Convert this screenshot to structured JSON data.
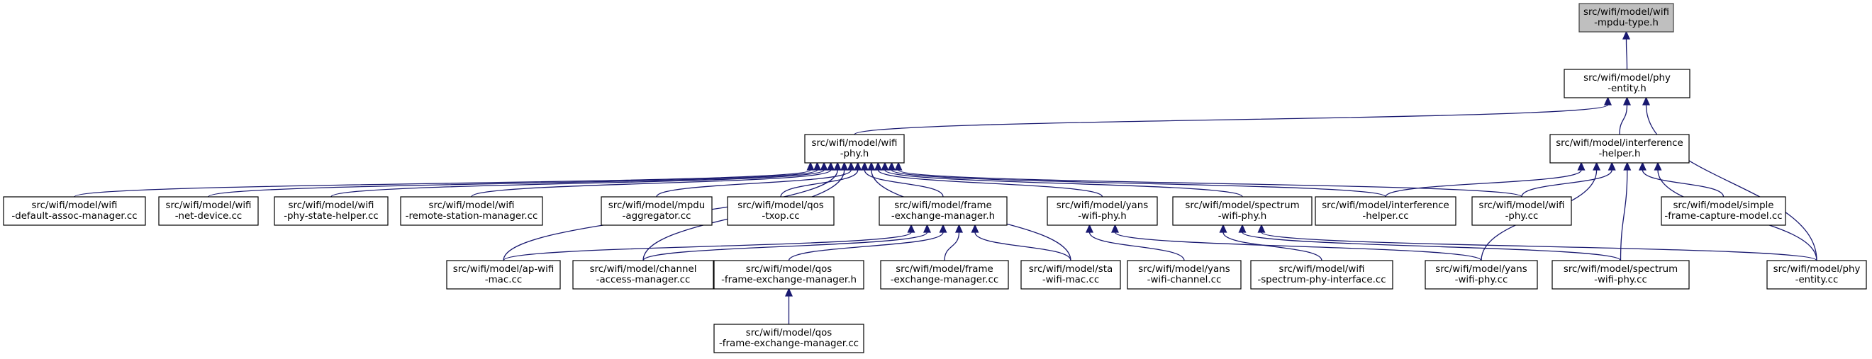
{
  "graph": {
    "kind": "include-dependency-graph",
    "colors": {
      "edge": "#191970",
      "root_fill": "#bfbfbf",
      "node_fill": "#ffffff",
      "node_stroke": "#000000"
    },
    "nodes": [
      {
        "id": "mpdu_type_h",
        "lines": [
          "src/wifi/model/wifi",
          "-mpdu-type.h"
        ],
        "root": true
      },
      {
        "id": "phy_entity_h",
        "lines": [
          "src/wifi/model/phy",
          "-entity.h"
        ]
      },
      {
        "id": "wifi_phy_h",
        "lines": [
          "src/wifi/model/wifi",
          "-phy.h"
        ]
      },
      {
        "id": "interference_helper_h",
        "lines": [
          "src/wifi/model/interference",
          "-helper.h"
        ]
      },
      {
        "id": "default_assoc_manager_cc",
        "lines": [
          "src/wifi/model/wifi",
          "-default-assoc-manager.cc"
        ]
      },
      {
        "id": "net_device_cc",
        "lines": [
          "src/wifi/model/wifi",
          "-net-device.cc"
        ]
      },
      {
        "id": "phy_state_helper_cc",
        "lines": [
          "src/wifi/model/wifi",
          "-phy-state-helper.cc"
        ]
      },
      {
        "id": "remote_station_manager_cc",
        "lines": [
          "src/wifi/model/wifi",
          "-remote-station-manager.cc"
        ]
      },
      {
        "id": "mpdu_aggregator_cc",
        "lines": [
          "src/wifi/model/mpdu",
          "-aggregator.cc"
        ]
      },
      {
        "id": "qos_txop_cc",
        "lines": [
          "src/wifi/model/qos",
          "-txop.cc"
        ]
      },
      {
        "id": "frame_exchange_manager_h",
        "lines": [
          "src/wifi/model/frame",
          "-exchange-manager.h"
        ]
      },
      {
        "id": "yans_wifi_phy_h",
        "lines": [
          "src/wifi/model/yans",
          "-wifi-phy.h"
        ]
      },
      {
        "id": "spectrum_wifi_phy_h",
        "lines": [
          "src/wifi/model/spectrum",
          "-wifi-phy.h"
        ]
      },
      {
        "id": "interference_helper_cc",
        "lines": [
          "src/wifi/model/interference",
          "-helper.cc"
        ]
      },
      {
        "id": "wifi_phy_cc",
        "lines": [
          "src/wifi/model/wifi",
          "-phy.cc"
        ]
      },
      {
        "id": "simple_frame_capture_model_cc",
        "lines": [
          "src/wifi/model/simple",
          "-frame-capture-model.cc"
        ]
      },
      {
        "id": "ap_wifi_mac_cc",
        "lines": [
          "src/wifi/model/ap-wifi",
          "-mac.cc"
        ]
      },
      {
        "id": "channel_access_manager_cc",
        "lines": [
          "src/wifi/model/channel",
          "-access-manager.cc"
        ]
      },
      {
        "id": "qos_frame_exchange_manager_h",
        "lines": [
          "src/wifi/model/qos",
          "-frame-exchange-manager.h"
        ]
      },
      {
        "id": "frame_exchange_manager_cc",
        "lines": [
          "src/wifi/model/frame",
          "-exchange-manager.cc"
        ]
      },
      {
        "id": "sta_wifi_mac_cc",
        "lines": [
          "src/wifi/model/sta",
          "-wifi-mac.cc"
        ]
      },
      {
        "id": "yans_wifi_channel_cc",
        "lines": [
          "src/wifi/model/yans",
          "-wifi-channel.cc"
        ]
      },
      {
        "id": "wifi_spectrum_phy_interface_cc",
        "lines": [
          "src/wifi/model/wifi",
          "-spectrum-phy-interface.cc"
        ]
      },
      {
        "id": "yans_wifi_phy_cc",
        "lines": [
          "src/wifi/model/yans",
          "-wifi-phy.cc"
        ]
      },
      {
        "id": "spectrum_wifi_phy_cc",
        "lines": [
          "src/wifi/model/spectrum",
          "-wifi-phy.cc"
        ]
      },
      {
        "id": "phy_entity_cc",
        "lines": [
          "src/wifi/model/phy",
          "-entity.cc"
        ]
      },
      {
        "id": "qos_frame_exchange_manager_cc",
        "lines": [
          "src/wifi/model/qos",
          "-frame-exchange-manager.cc"
        ]
      }
    ],
    "edges": [
      {
        "from": "phy_entity_h",
        "to": "mpdu_type_h"
      },
      {
        "from": "wifi_phy_h",
        "to": "phy_entity_h"
      },
      {
        "from": "interference_helper_h",
        "to": "phy_entity_h"
      },
      {
        "from": "phy_entity_cc",
        "to": "phy_entity_h"
      },
      {
        "from": "default_assoc_manager_cc",
        "to": "wifi_phy_h"
      },
      {
        "from": "net_device_cc",
        "to": "wifi_phy_h"
      },
      {
        "from": "phy_state_helper_cc",
        "to": "wifi_phy_h"
      },
      {
        "from": "remote_station_manager_cc",
        "to": "wifi_phy_h"
      },
      {
        "from": "mpdu_aggregator_cc",
        "to": "wifi_phy_h"
      },
      {
        "from": "qos_txop_cc",
        "to": "wifi_phy_h"
      },
      {
        "from": "frame_exchange_manager_h",
        "to": "wifi_phy_h"
      },
      {
        "from": "yans_wifi_phy_h",
        "to": "wifi_phy_h"
      },
      {
        "from": "spectrum_wifi_phy_h",
        "to": "wifi_phy_h"
      },
      {
        "from": "interference_helper_cc",
        "to": "wifi_phy_h"
      },
      {
        "from": "wifi_phy_cc",
        "to": "wifi_phy_h"
      },
      {
        "from": "ap_wifi_mac_cc",
        "to": "wifi_phy_h"
      },
      {
        "from": "channel_access_manager_cc",
        "to": "wifi_phy_h"
      },
      {
        "from": "sta_wifi_mac_cc",
        "to": "wifi_phy_h"
      },
      {
        "from": "interference_helper_cc",
        "to": "interference_helper_h"
      },
      {
        "from": "wifi_phy_cc",
        "to": "interference_helper_h"
      },
      {
        "from": "simple_frame_capture_model_cc",
        "to": "interference_helper_h"
      },
      {
        "from": "yans_wifi_phy_cc",
        "to": "interference_helper_h"
      },
      {
        "from": "spectrum_wifi_phy_cc",
        "to": "interference_helper_h"
      },
      {
        "from": "phy_entity_cc",
        "to": "interference_helper_h"
      },
      {
        "from": "ap_wifi_mac_cc",
        "to": "frame_exchange_manager_h"
      },
      {
        "from": "channel_access_manager_cc",
        "to": "frame_exchange_manager_h"
      },
      {
        "from": "qos_frame_exchange_manager_h",
        "to": "frame_exchange_manager_h"
      },
      {
        "from": "frame_exchange_manager_cc",
        "to": "frame_exchange_manager_h"
      },
      {
        "from": "sta_wifi_mac_cc",
        "to": "frame_exchange_manager_h"
      },
      {
        "from": "yans_wifi_channel_cc",
        "to": "yans_wifi_phy_h"
      },
      {
        "from": "yans_wifi_phy_cc",
        "to": "yans_wifi_phy_h"
      },
      {
        "from": "wifi_spectrum_phy_interface_cc",
        "to": "spectrum_wifi_phy_h"
      },
      {
        "from": "spectrum_wifi_phy_cc",
        "to": "spectrum_wifi_phy_h"
      },
      {
        "from": "phy_entity_cc",
        "to": "spectrum_wifi_phy_h"
      },
      {
        "from": "qos_frame_exchange_manager_cc",
        "to": "qos_frame_exchange_manager_h"
      }
    ]
  }
}
